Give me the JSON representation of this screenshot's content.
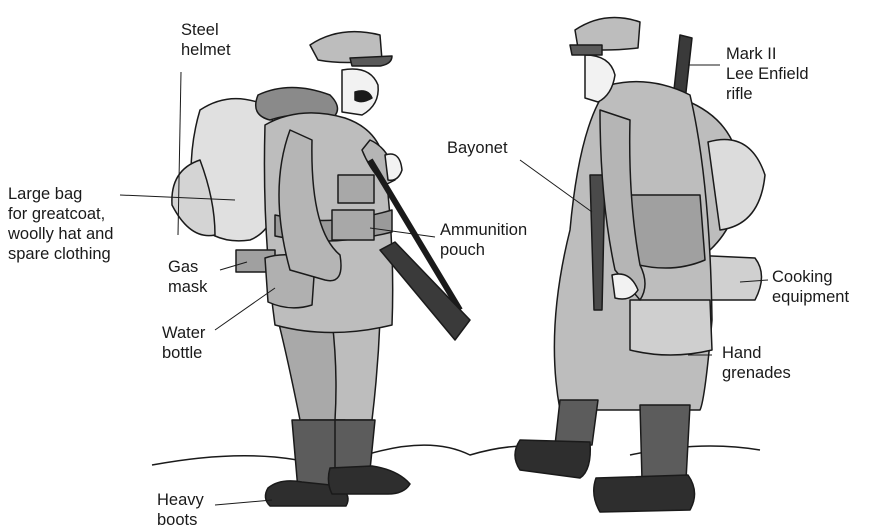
{
  "labels": {
    "steel_helmet": "Steel\nhelmet",
    "large_bag": "Large bag\nfor greatcoat,\nwoolly hat and\nspare clothing",
    "gas_mask": "Gas\nmask",
    "water_bottle": "Water\nbottle",
    "heavy_boots": "Heavy\nboots",
    "ammunition_pouch": "Ammunition\npouch",
    "bayonet": "Bayonet",
    "rifle": "Mark II\nLee Enfield\nrifle",
    "cooking_equipment": "Cooking\nequipment",
    "hand_grenades": "Hand\ngrenades"
  },
  "colors": {
    "uniform": "#bdbdbd",
    "uniform_dark": "#9a9a9a",
    "bag": "#e0e0e0",
    "dark": "#3a3a3a",
    "outline": "#1a1a1a",
    "skin": "#f2f2f2"
  }
}
